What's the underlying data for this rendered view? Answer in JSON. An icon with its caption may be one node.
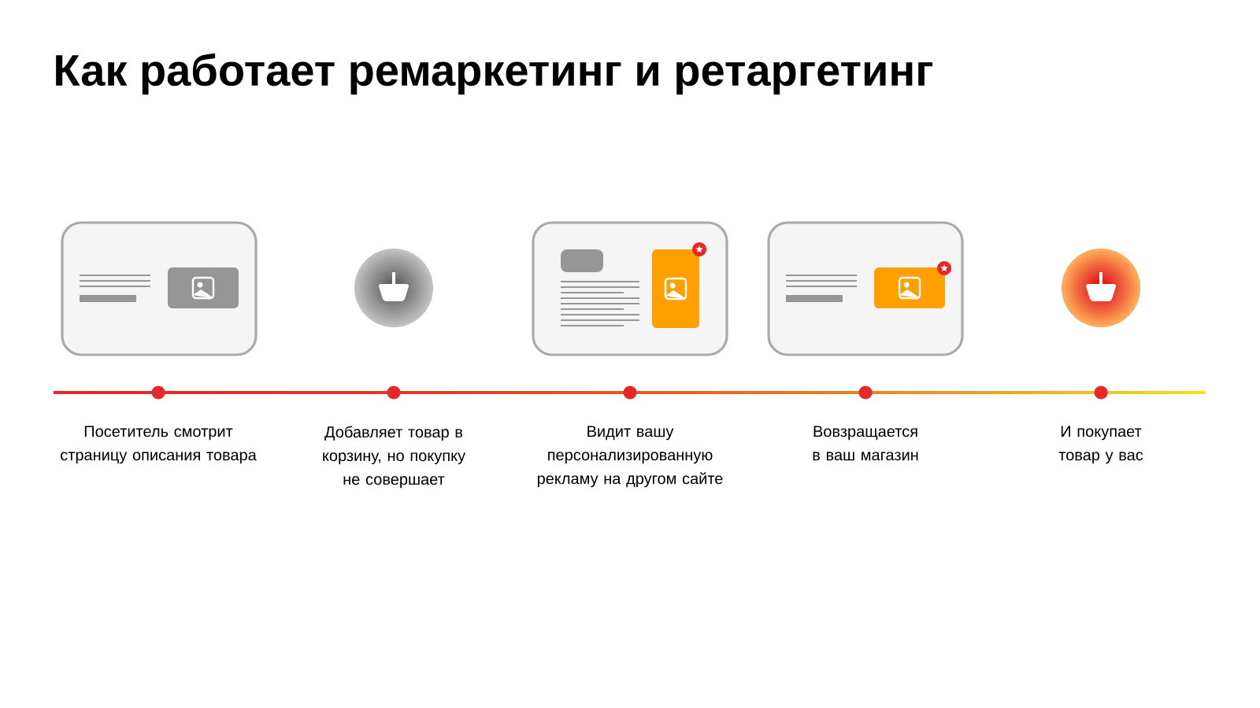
{
  "diagram": {
    "title": "Как работает ремаркетинг и ретаргетинг",
    "labels": [
      "Посетитель смотрит страницу описания товара",
      "Добавляет товар в корзину, но покупку не совершает",
      "Видит вашу персонализированную рекламу на другом сайте",
      "Вовзращается в ваш магазин",
      "И покупает товар у вас"
    ]
  }
}
